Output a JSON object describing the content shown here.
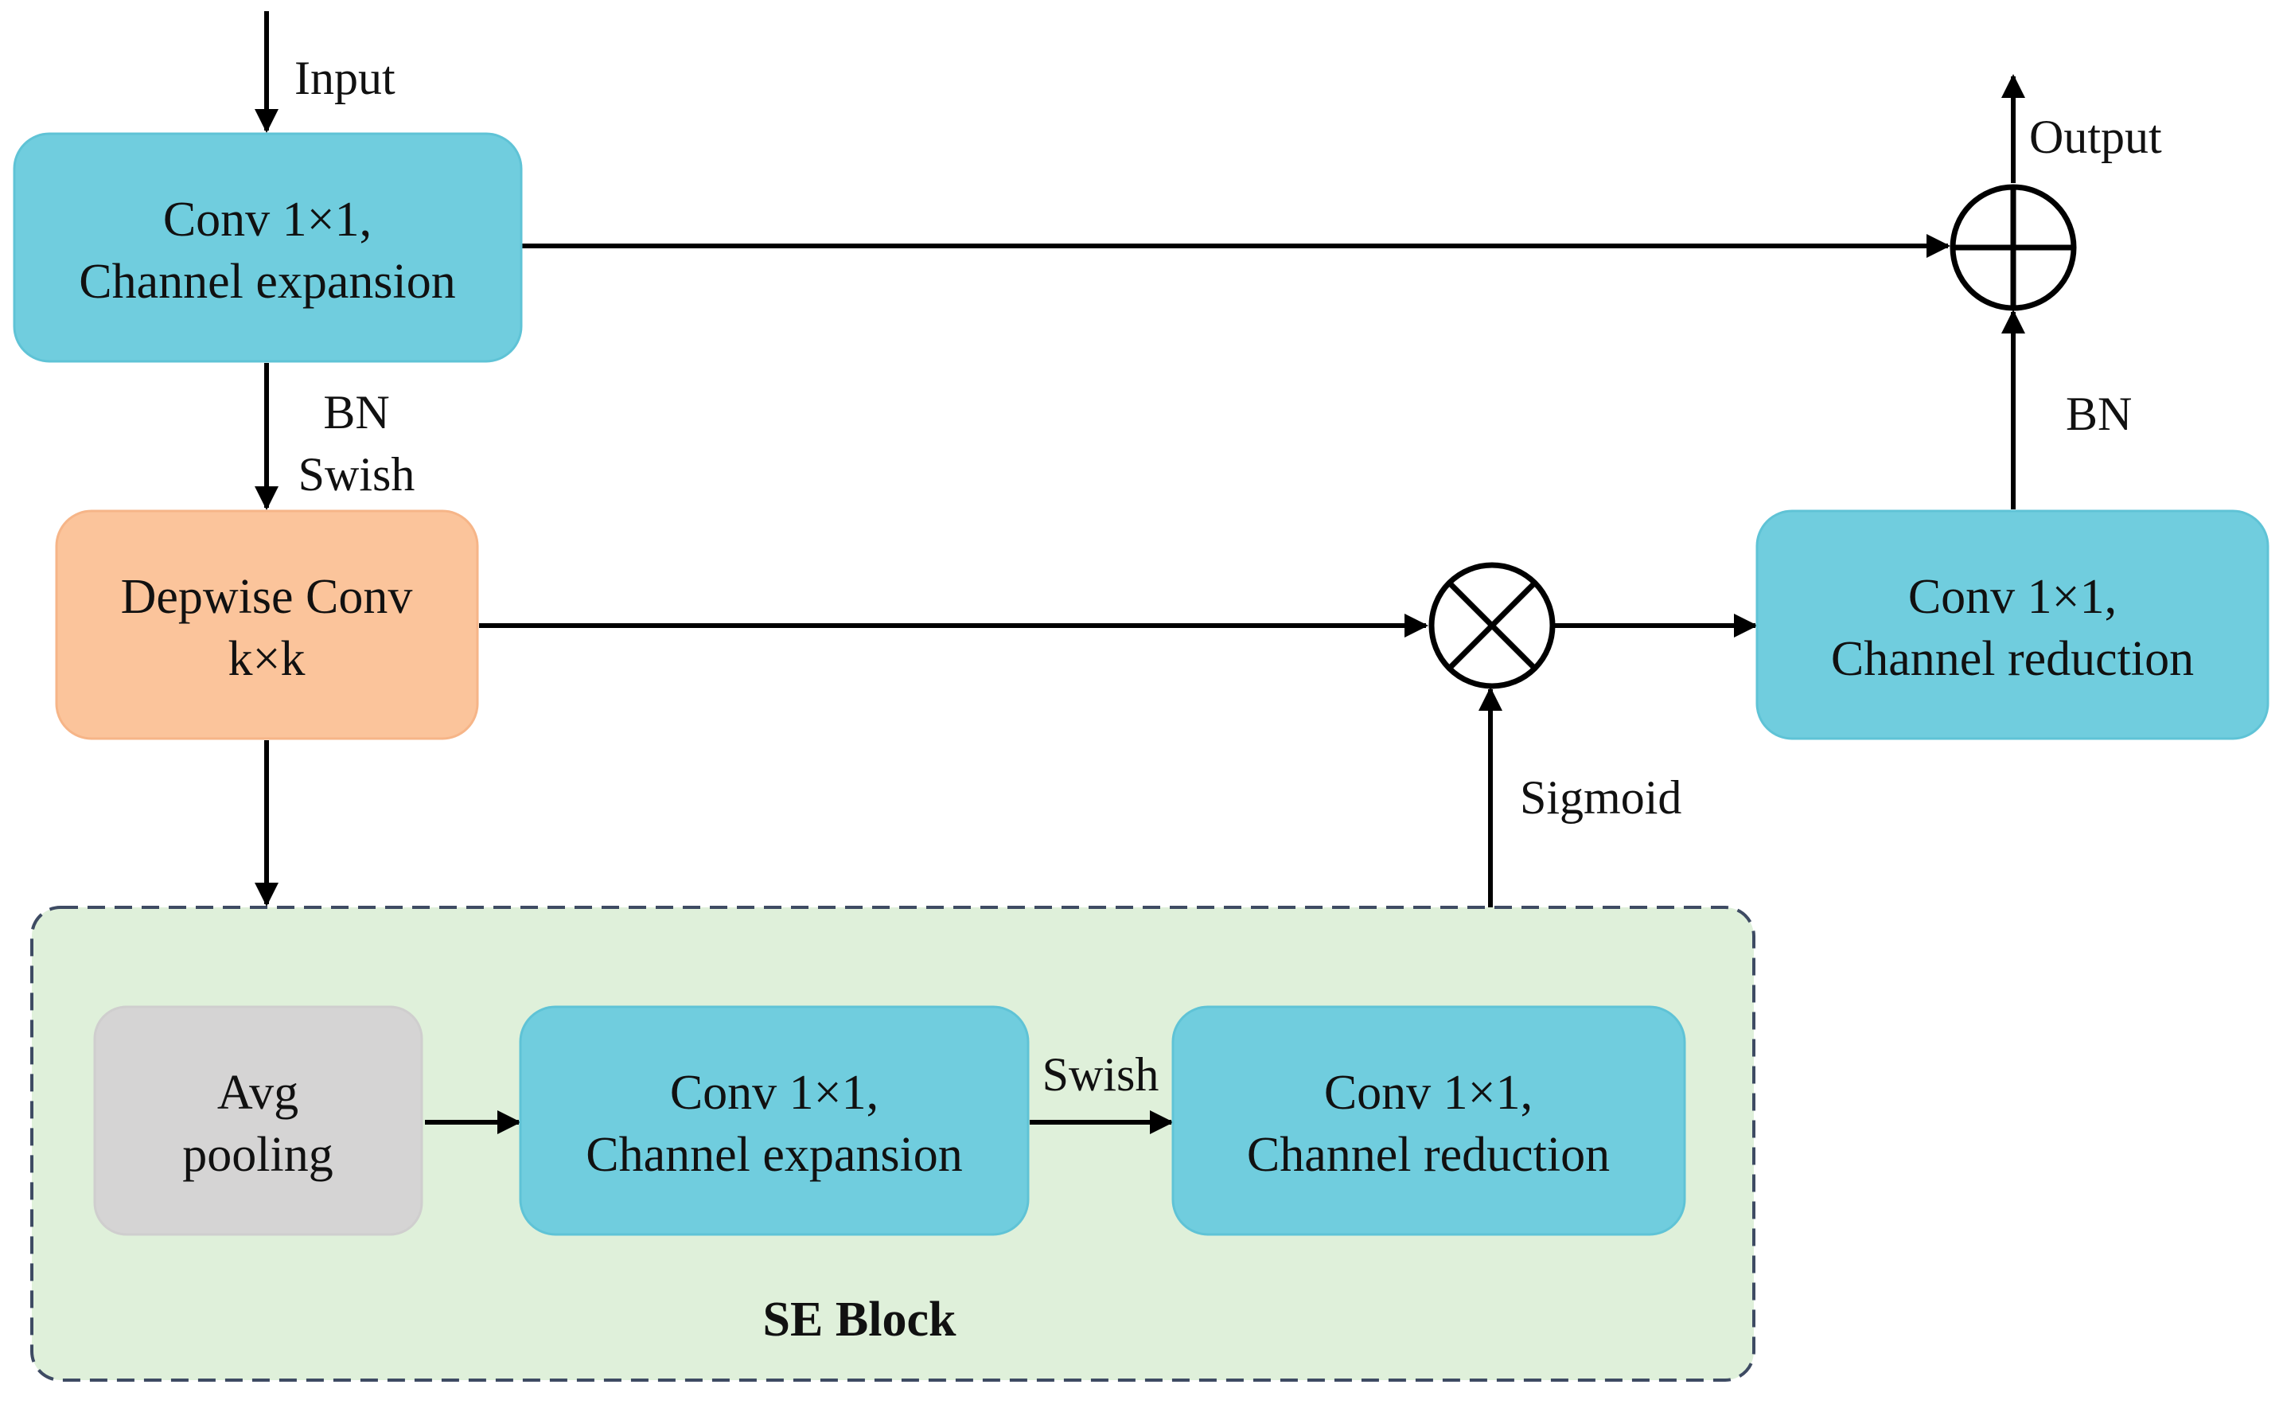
{
  "colors": {
    "conv_fill": "#70CDDE",
    "conv_stroke": "#5FC3D6",
    "depthwise_fill": "#FBC49B",
    "depthwise_stroke": "#F6B588",
    "pool_fill": "#D5D4D4",
    "se_fill": "#DFF0DA",
    "se_border": "#3E4B63",
    "line": "#000000",
    "text": "#111111"
  },
  "nodes": {
    "conv_expand_top": {
      "line1": "Conv 1×1,",
      "line2": "Channel expansion"
    },
    "depthwise_conv": {
      "line1": "Depwise Conv",
      "line2": "k×k"
    },
    "conv_reduce_right": {
      "line1": "Conv 1×1,",
      "line2": "Channel reduction"
    },
    "avg_pooling": {
      "line1": "Avg",
      "line2": "pooling"
    },
    "se_conv_expand": {
      "line1": "Conv 1×1,",
      "line2": "Channel expansion"
    },
    "se_conv_reduce": {
      "line1": "Conv 1×1,",
      "line2": "Channel reduction"
    }
  },
  "operators": {
    "add": "add-operator",
    "multiply": "multiply-operator"
  },
  "se_block": {
    "title": "SE Block"
  },
  "edge_labels": {
    "input": "Input",
    "output": "Output",
    "bn_top": "BN",
    "swish_top": "Swish",
    "bn_right": "BN",
    "sigmoid": "Sigmoid",
    "swish_se": "Swish"
  }
}
